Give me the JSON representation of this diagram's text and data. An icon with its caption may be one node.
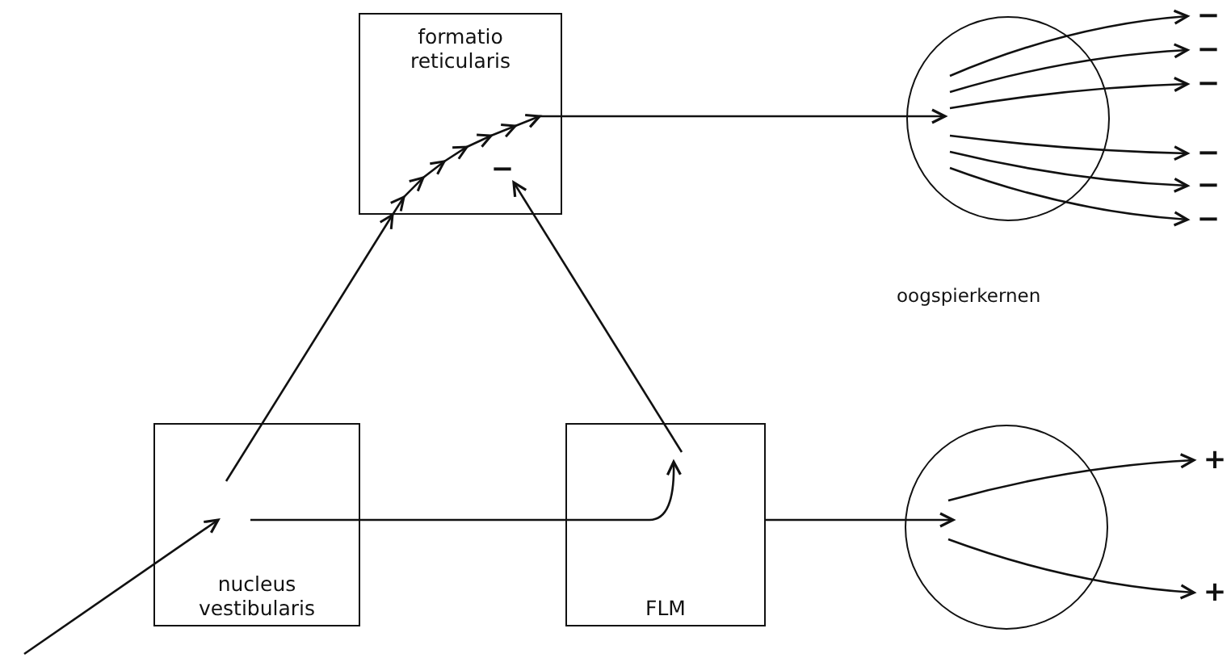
{
  "diagram": {
    "nodes": [
      {
        "text": [
          "formatio reticularis"
        ]
      },
      {
        "text": [
          "−"
        ],
        "in": 0
      },
      {
        "text": [],
        "shape": "circle"
      },
      {
        "text": [
          "nucleus vestibularis"
        ]
      },
      {
        "text": [
          "FLM"
        ]
      },
      {
        "text": [],
        "shape": "circle"
      },
      {
        "text": [
          "−"
        ]
      },
      {
        "text": [
          "−"
        ]
      },
      {
        "text": [
          "−"
        ]
      },
      {
        "text": [
          "−"
        ]
      },
      {
        "text": [
          "−"
        ]
      },
      {
        "text": [
          "−"
        ]
      },
      {
        "text": [
          "+"
        ]
      },
      {
        "text": [
          "+"
        ]
      }
    ],
    "edges": [
      {
        "from": null,
        "to": 3,
        "arrow": "to"
      },
      {
        "from": 3,
        "to": 0,
        "arrow": "to"
      },
      {
        "from": 0,
        "to": 2,
        "arrow": "to"
      },
      {
        "from": 3,
        "to": 4,
        "arrow": "to"
      },
      {
        "from": 4,
        "to": 1,
        "arrow": "to"
      },
      {
        "from": 4,
        "to": 5,
        "arrow": "to"
      },
      {
        "from": 2,
        "to": 6,
        "arrow": "to"
      },
      {
        "from": 2,
        "to": 7,
        "arrow": "to"
      },
      {
        "from": 2,
        "to": 8,
        "arrow": "to"
      },
      {
        "from": 2,
        "to": 9,
        "arrow": "to"
      },
      {
        "from": 2,
        "to": 10,
        "arrow": "to"
      },
      {
        "from": 2,
        "to": 11,
        "arrow": "to"
      },
      {
        "from": 5,
        "to": 12,
        "arrow": "to"
      },
      {
        "from": 5,
        "to": 13,
        "arrow": "to"
      }
    ],
    "labels": [
      "oogspierkernen"
    ]
  }
}
